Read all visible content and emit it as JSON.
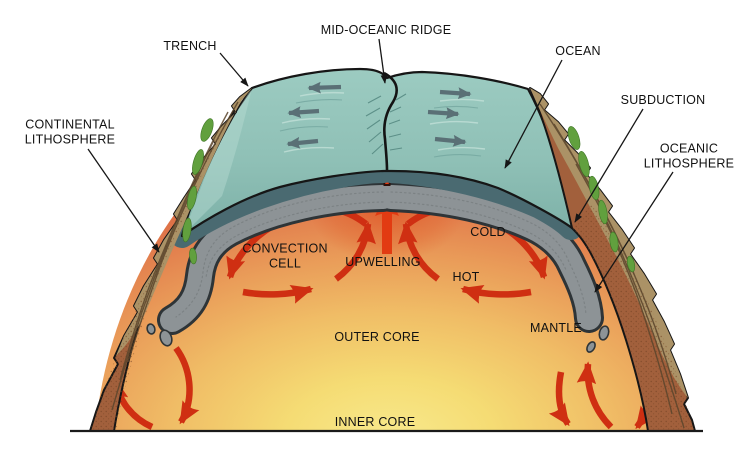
{
  "diagram": {
    "labels": {
      "trench": "TRENCH",
      "mid_oceanic_ridge": "MID-OCEANIC RIDGE",
      "ocean": "OCEAN",
      "subduction": "SUBDUCTION",
      "continental_lithosphere": "CONTINENTAL LITHOSPHERE",
      "oceanic_lithosphere": "OCEANIC LITHOSPHERE",
      "convection_cell": "CONVECTION CELL",
      "upwelling": "UPWELLING",
      "cold": "COLD",
      "hot": "HOT",
      "outer_core": "OUTER CORE",
      "mantle": "MANTLE",
      "inner_core": "INNER CORE"
    },
    "colors": {
      "background": "#ffffff",
      "label_color": "#111111",
      "ocean_teal": "#8fc0b6",
      "ocean_highlight": "#b8dcd2",
      "ocean_shadow": "#6fa29b",
      "slate_layer": "#4a6a71",
      "plate_gray": "#8d9396",
      "plate_outline": "#2e3437",
      "crust_tan": "#ab9266",
      "crust_brown": "#a2603c",
      "crust_line": "#5b452c",
      "vegetation_green": "#61a03e",
      "mantle_edge_red": "#cc4a2a",
      "mantle_orange": "#e0764a",
      "core_yellow": "#f7e687",
      "arrow_red": "#cf2f12",
      "upwelling_red": "#e23b12",
      "arrow_gray": "#5a7076",
      "line_black": "#161616"
    }
  }
}
